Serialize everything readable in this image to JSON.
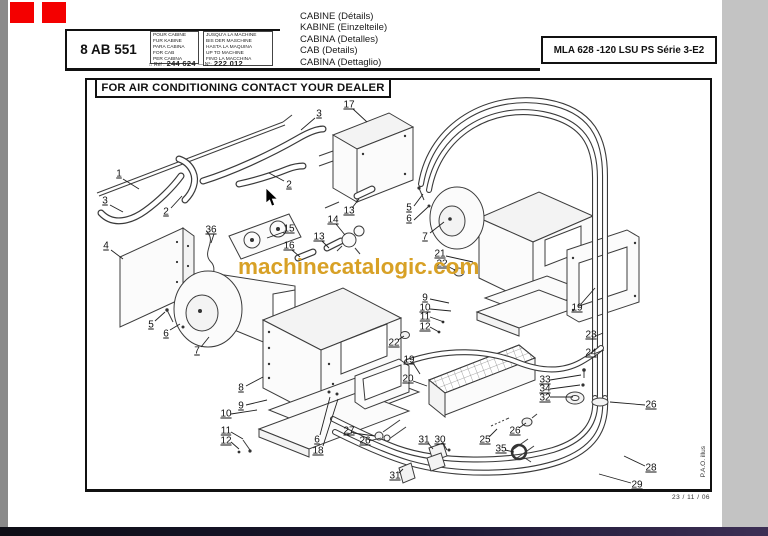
{
  "colors": {
    "accent_red": "#f40000",
    "watermark_orange": "#d8a126",
    "page_bg": "#ffffff",
    "chrome_left_gray": "#8a8a8a",
    "chrome_right_gray": "#c3c3c3",
    "taskbar_dark": "#191731"
  },
  "header": {
    "page_code": "8 AB 551",
    "cab_box_lines": [
      "POUR CABINE",
      "FUR KABINE",
      "PARA CABINA",
      "FOR CAB",
      "PER CABINA"
    ],
    "machine_box_lines": [
      "JUSQU'A LA MACHINE",
      "BIS DER MASCHINE",
      "HASTA LA MAQUINA",
      "UP TO MACHINE",
      "FINO LA MACCHINA"
    ],
    "ref_label": "Réf :",
    "ref_value": "244 624",
    "serial_label": "N°:",
    "serial_value": "222 012",
    "title_lines": [
      "CABINE (Détails)",
      "KABINE (Einzelteile)",
      "CABINA (Detalles)",
      "CAB (Details)",
      "CABINA (Dettaglio)"
    ],
    "model_code": "MLA 628 -120 LSU PS Série 3-E2"
  },
  "banner": {
    "text": "FOR AIR CONDITIONING CONTACT YOUR DEALER"
  },
  "watermark": {
    "text": "machinecatalogic.com"
  },
  "icons": {
    "ref_checkbox": "□",
    "serial_dash": "—"
  },
  "diagram": {
    "callouts": [
      {
        "label": "1"
      },
      {
        "label": "3"
      },
      {
        "label": "2"
      },
      {
        "label": "3"
      },
      {
        "label": "17"
      },
      {
        "label": "2"
      },
      {
        "label": "36"
      },
      {
        "label": "15"
      },
      {
        "label": "16"
      },
      {
        "label": "13"
      },
      {
        "label": "14"
      },
      {
        "label": "13"
      },
      {
        "label": "5"
      },
      {
        "label": "6"
      },
      {
        "label": "4"
      },
      {
        "label": "7"
      },
      {
        "label": "21"
      },
      {
        "label": "22"
      },
      {
        "label": "9"
      },
      {
        "label": "10"
      },
      {
        "label": "11"
      },
      {
        "label": "12"
      },
      {
        "label": "19"
      },
      {
        "label": "23"
      },
      {
        "label": "24"
      },
      {
        "label": "5"
      },
      {
        "label": "6"
      },
      {
        "label": "7"
      },
      {
        "label": "8"
      },
      {
        "label": "9"
      },
      {
        "label": "10"
      },
      {
        "label": "11"
      },
      {
        "label": "12"
      },
      {
        "label": "22"
      },
      {
        "label": "19"
      },
      {
        "label": "20"
      },
      {
        "label": "6"
      },
      {
        "label": "18"
      },
      {
        "label": "27"
      },
      {
        "label": "26"
      },
      {
        "label": "31"
      },
      {
        "label": "30"
      },
      {
        "label": "25"
      },
      {
        "label": "26"
      },
      {
        "label": "35"
      },
      {
        "label": "31"
      },
      {
        "label": "33"
      },
      {
        "label": "34"
      },
      {
        "label": "32"
      },
      {
        "label": "26"
      },
      {
        "label": "28"
      },
      {
        "label": "29"
      }
    ]
  },
  "footer": {
    "date": "23 / 11 / 06",
    "credit": "P.A.O. illus"
  }
}
